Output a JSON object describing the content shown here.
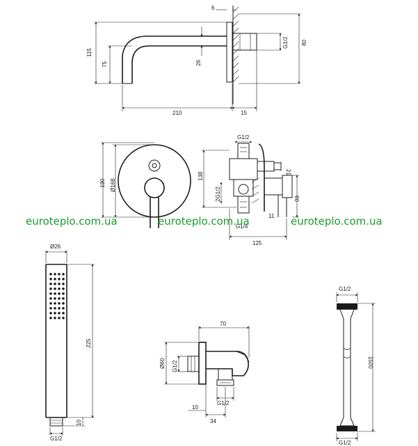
{
  "watermark": {
    "text": "euroteplo.com.ua",
    "color": "#1c9a2e"
  },
  "spout": {
    "wall_thickness": "6",
    "height_total": "115",
    "height_outlet": "75",
    "pipe_diameter": "26",
    "thread": "G1/2",
    "flange_height": "80",
    "length": "210",
    "depth": "15"
  },
  "mixer": {
    "plate_height": "190",
    "plate_diameter": "Ø168",
    "body_height": "138",
    "top_thread": "G1/2",
    "side_thread": "2G1/2",
    "outlet_offset": "21",
    "bottom_thread": "G1/4",
    "depth_small": "11",
    "depth_total": "125",
    "side_height": "60"
  },
  "handshower": {
    "diameter": "Ø26",
    "length": "225",
    "connector_height": "10",
    "thread": "G1/2"
  },
  "holder": {
    "width": "70",
    "diameter": "Ø60",
    "thread_left": "G1/2",
    "thread_bottom": "G1/2",
    "offset": "10",
    "depth": "34"
  },
  "hose": {
    "thread_top": "G1/2",
    "length": "1500",
    "thread_bottom": "G1/2"
  }
}
